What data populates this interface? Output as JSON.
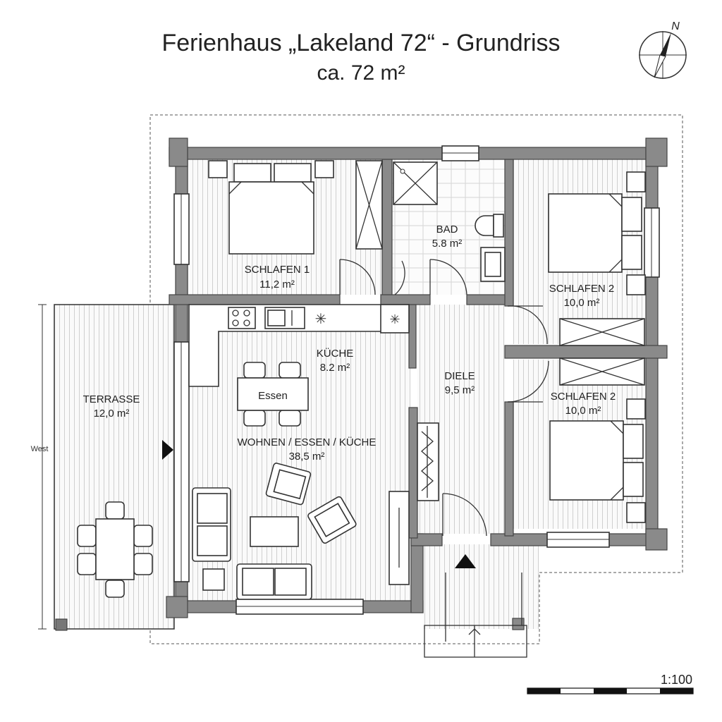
{
  "title": "Ferienhaus „Lakeland 72“ - Grundriss",
  "subtitle": "ca. 72 m²",
  "north_label": "N",
  "west_label": "West",
  "scale_label": "1:100",
  "rooms": {
    "schlafen1": {
      "name": "SCHLAFEN 1",
      "area": "11,2 m²"
    },
    "bad": {
      "name": "BAD",
      "area": "5.8 m²"
    },
    "schlafen2a": {
      "name": "SCHLAFEN 2",
      "area": "10,0 m²"
    },
    "schlafen2b": {
      "name": "SCHLAFEN 2",
      "area": "10,0 m²"
    },
    "kueche": {
      "name": "KÜCHE",
      "area": "8.2 m²"
    },
    "diele": {
      "name": "DIELE",
      "area": "9,5 m²"
    },
    "wohnen": {
      "name": "WOHNEN / ESSEN / KÜCHE",
      "area": "38,5 m²"
    },
    "terrasse": {
      "name": "TERRASSE",
      "area": "12,0 m²"
    }
  },
  "furniture": {
    "essen_label": "Essen"
  }
}
